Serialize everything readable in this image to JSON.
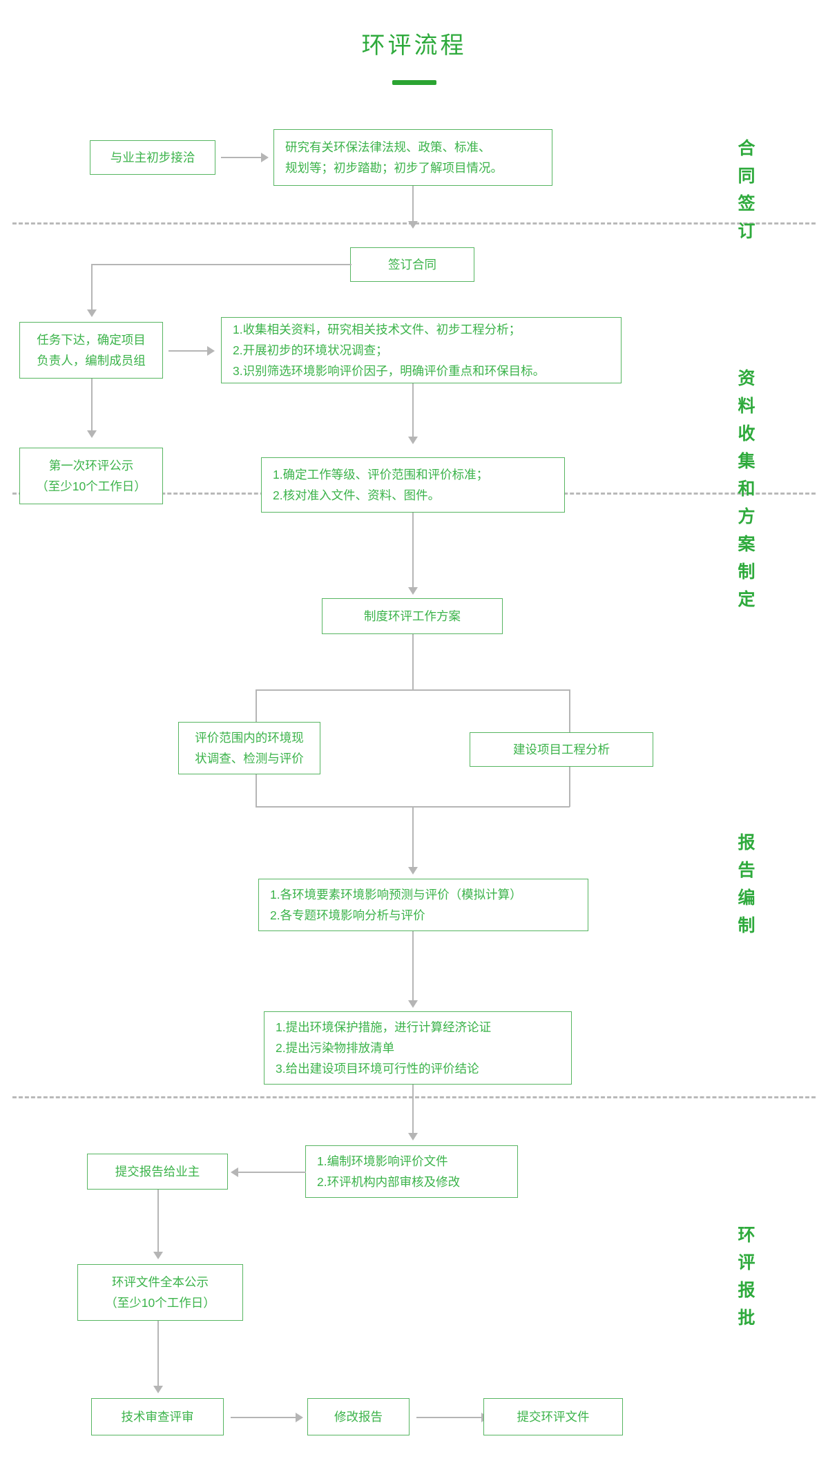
{
  "title": "环评流程",
  "colors": {
    "accent": "#2eaa3c",
    "box_border": "#56b560",
    "box_text": "#3bb34a",
    "connector": "#b5b5b5",
    "divider": "#b9b9b9",
    "background": "#ffffff"
  },
  "stages": [
    {
      "id": "stage-1",
      "label": "合同签订"
    },
    {
      "id": "stage-2",
      "label": "资料收集和方案制定"
    },
    {
      "id": "stage-3",
      "label": "报告编制"
    },
    {
      "id": "stage-4",
      "label": "环评报批"
    }
  ],
  "nodes": {
    "initial_contact": "与业主初步接洽",
    "research_regulations": "研究有关环保法律法规、政策、标准、\n规划等；初步踏勘；初步了解项目情况。",
    "sign_contract": "签订合同",
    "task_assignment": "任务下达，确定项目\n负责人，编制成员组",
    "collect_data": "1.收集相关资料，研究相关技术文件、初步工程分析；\n2.开展初步的环境状况调查；\n3.识别筛选环境影响评价因子，明确评价重点和环保目标。",
    "first_publicity": "第一次环评公示\n（至少10个工作日）",
    "determine_level": "1.确定工作等级、评价范围和评价标准；\n2.核对准入文件、资料、图件。",
    "work_plan": "制度环评工作方案",
    "status_survey": "评价范围内的环境现\n状调查、检测与评价",
    "engineering_analysis": "建设项目工程分析",
    "impact_prediction": "1.各环境要素环境影响预测与评价（模拟计算）\n2.各专题环境影响分析与评价",
    "protection_measures": "1.提出环境保护措施，进行计算经济论证\n2.提出污染物排放清单\n3.给出建设项目环境可行性的评价结论",
    "compile_report": "1.编制环境影响评价文件\n2.环评机构内部审核及修改",
    "submit_to_owner": "提交报告给业主",
    "full_publicity": "环评文件全本公示\n（至少10个工作日）",
    "technical_review": "技术审查评审",
    "revise_report": "修改报告",
    "submit_eia_doc": "提交环评文件"
  }
}
